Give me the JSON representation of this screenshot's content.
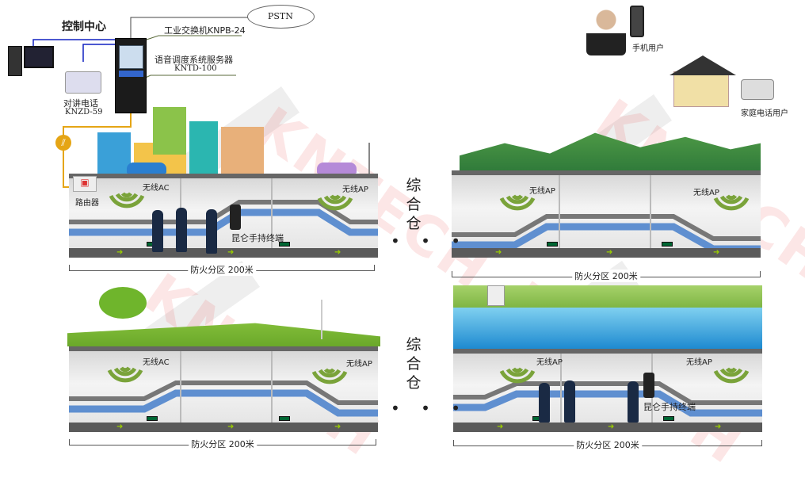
{
  "control_center": {
    "title": "控制中心",
    "switch_label": "工业交换机KNPB-24",
    "server_label": "语音调度系统服务器",
    "server_model": "KNTD-100",
    "intercom_label": "对讲电话",
    "intercom_model": "KNZD-59",
    "pstn": "PSTN"
  },
  "users": {
    "mobile": "手机用户",
    "home": "家庭电话用户"
  },
  "router_label": "路由器",
  "watermark": "KNTECH",
  "panels": [
    {
      "ac_label": "无线AC",
      "ap_label": "无线AP",
      "terminal_label": "昆仑手持终端",
      "zone_label": "防火分区 200米"
    },
    {
      "ap1_label": "无线AP",
      "ap2_label": "无线AP",
      "zone_label": "防火分区 200米"
    },
    {
      "ac_label": "无线AC",
      "ap_label": "无线AP",
      "zone_label": "防火分区 200米"
    },
    {
      "ap1_label": "无线AP",
      "ap2_label": "无线AP",
      "terminal_label": "昆仑手持终端",
      "zone_label": "防火分区 200米"
    }
  ],
  "compartment": {
    "label_chars": [
      "综",
      "合",
      "仓"
    ],
    "ellipsis": "• • •"
  },
  "colors": {
    "pipe": "#5f8fd0",
    "wifi": "#7aa33a",
    "cable_orange": "#e5a515",
    "cable_blue": "#1020c0"
  }
}
